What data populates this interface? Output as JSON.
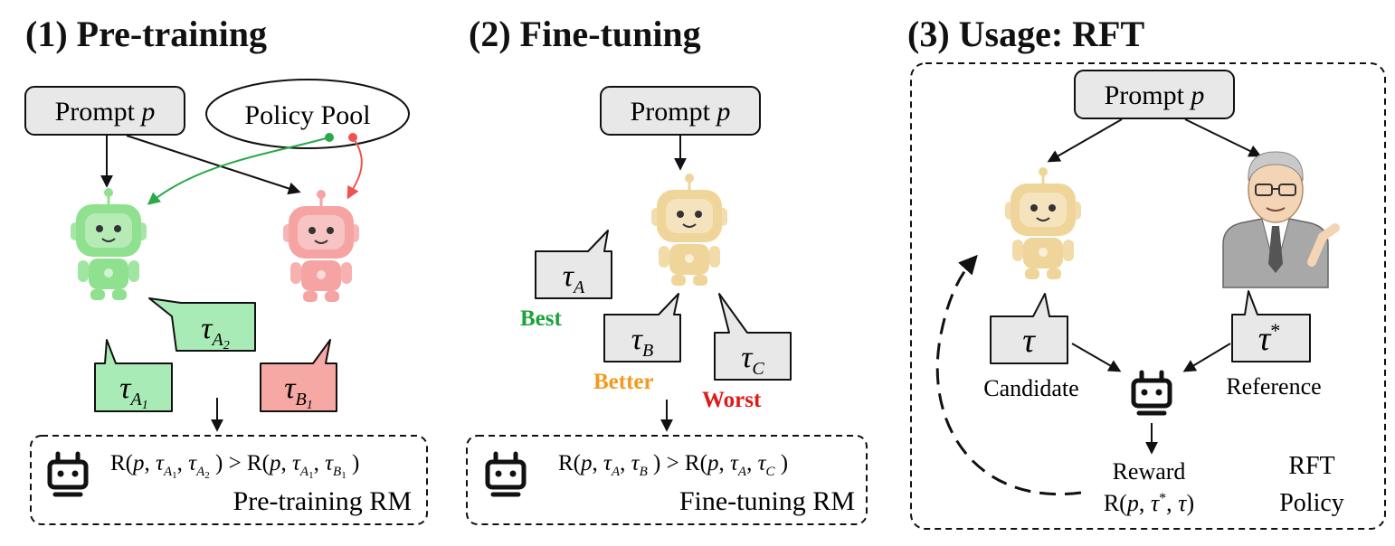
{
  "panels": [
    {
      "title": "(1) Pre-training"
    },
    {
      "title": "(2) Fine-tuning"
    },
    {
      "title": "(3) Usage: RFT"
    }
  ],
  "pretrain": {
    "prompt": "Prompt p",
    "policy_pool": "Policy Pool",
    "tau_a2": "τA2",
    "tau_a1": "τA1",
    "tau_b1": "τB1",
    "inequality": "R(p, τA1, τA2 ) > R(p, τA1, τB1 )",
    "rm_label": "Pre-training RM"
  },
  "finetune": {
    "prompt": "Prompt p",
    "tau_a": "τA",
    "tau_b": "τB",
    "tau_c": "τC",
    "best": "Best",
    "better": "Better",
    "worst": "Worst",
    "inequality": "R(p, τA, τB ) > R(p, τA, τC )",
    "rm_label": "Fine-tuning RM"
  },
  "rft": {
    "prompt": "Prompt p",
    "tau": "τ",
    "tau_star": "τ*",
    "candidate": "Candidate",
    "reference": "Reference",
    "reward": "Reward",
    "reward_formula": "R(p, τ*, τ)",
    "policy_line1": "RFT",
    "policy_line2": "Policy"
  },
  "colors": {
    "box_gray": "#e8e8e8",
    "green_robot": "#8fe08f",
    "red_robot": "#f5a3a3",
    "green_bubble": "#a9ebb6",
    "red_bubble": "#f6a8a5",
    "robot_tan": "#f0d59a",
    "best_green": "#1aa33a",
    "better_orange": "#f39a1e",
    "worst_red": "#e01919",
    "arrow_green": "#2aa84a",
    "arrow_red": "#ef5350"
  },
  "icons": [
    "robot-icon",
    "rm-robot-icon",
    "teacher-icon"
  ]
}
